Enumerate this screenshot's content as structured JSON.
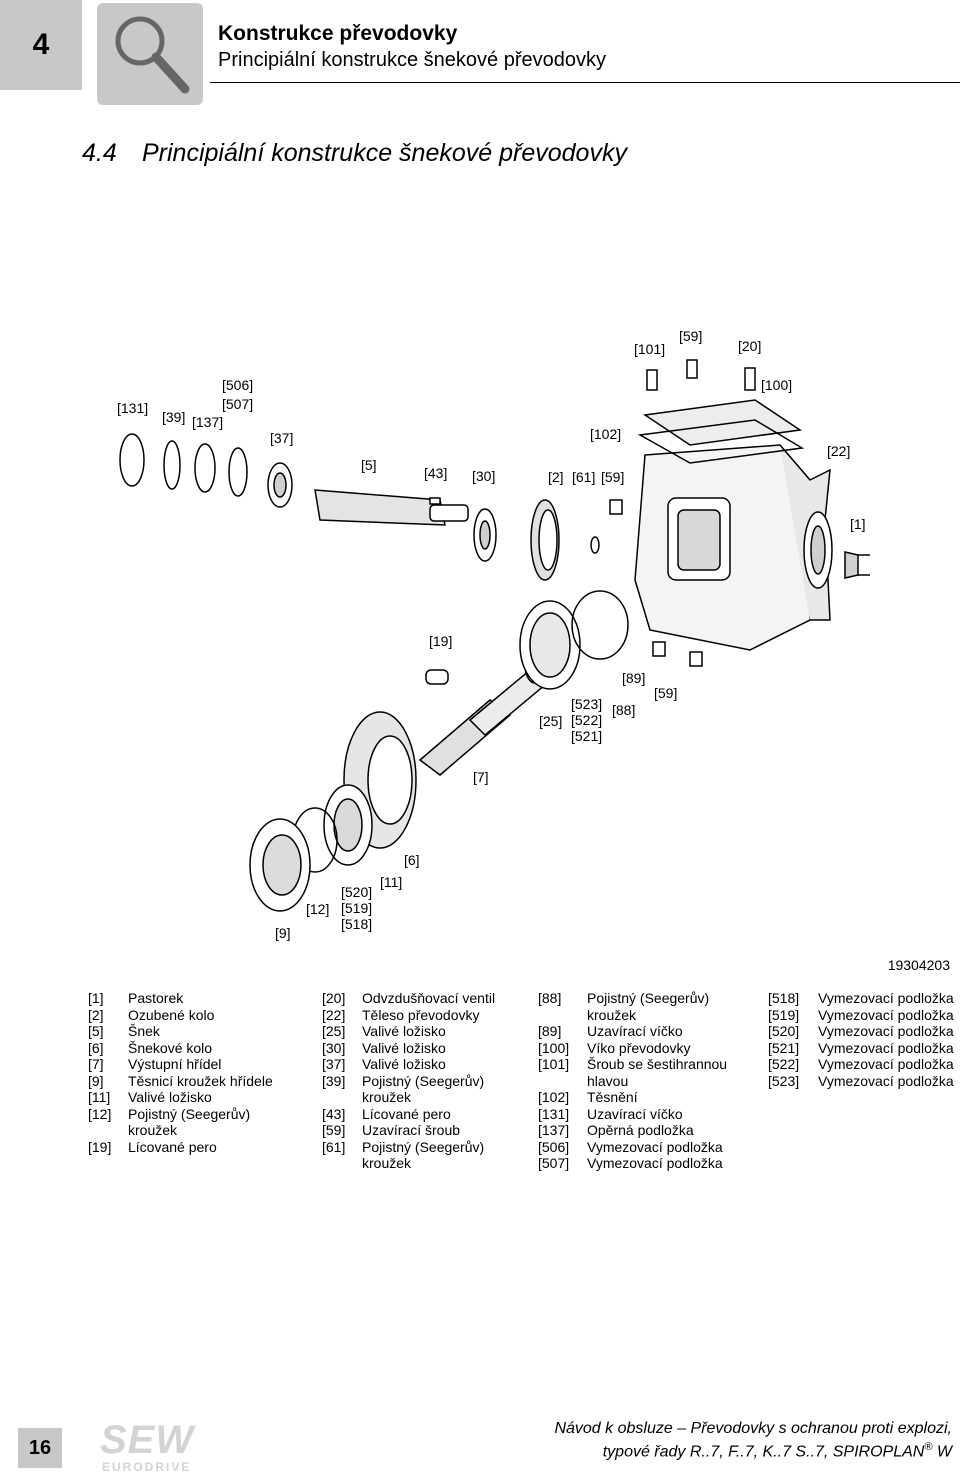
{
  "header": {
    "chapter_number": "4",
    "title": "Konstrukce převodovky",
    "subtitle": "Principiální konstrukce šnekové převodovky"
  },
  "section": {
    "number": "4.4",
    "title": "Principiální konstrukce šnekové převodovky"
  },
  "drawing": {
    "callouts": [
      "[59]",
      "[101]",
      "[20]",
      "[100]",
      "[506]",
      "[507]",
      "[131]",
      "[39]",
      "[137]",
      "[37]",
      "[102]",
      "[22]",
      "[5]",
      "[43]",
      "[30]",
      "[2]",
      "[61]",
      "[59]",
      "[1]",
      "[19]",
      "[89]",
      "[59]",
      "[523]",
      "[88]",
      "[25]",
      "[522]",
      "[521]",
      "[7]",
      "[6]",
      "[11]",
      "[520]",
      "[12]",
      "[519]",
      "[518]",
      "[9]"
    ],
    "id": "19304203"
  },
  "legend": {
    "columns": [
      [
        {
          "key": "[1]",
          "value": "Pastorek"
        },
        {
          "key": "[2]",
          "value": "Ozubené kolo"
        },
        {
          "key": "[5]",
          "value": "Šnek"
        },
        {
          "key": "[6]",
          "value": "Šnekové kolo"
        },
        {
          "key": "[7]",
          "value": "Výstupní hřídel"
        },
        {
          "key": "[9]",
          "value": "Těsnicí kroužek hřídele"
        },
        {
          "key": "[11]",
          "value": "Valivé ložisko"
        },
        {
          "key": "[12]",
          "value": "Pojistný (Seegerův) kroužek"
        },
        {
          "key": "[19]",
          "value": "Lícované pero"
        }
      ],
      [
        {
          "key": "[20]",
          "value": "Odvzdušňovací ventil"
        },
        {
          "key": "[22]",
          "value": "Těleso převodovky"
        },
        {
          "key": "[25]",
          "value": "Valivé ložisko"
        },
        {
          "key": "[30]",
          "value": "Valivé ložisko"
        },
        {
          "key": "[37]",
          "value": "Valivé ložisko"
        },
        {
          "key": "[39]",
          "value": "Pojistný (Seegerův) kroužek"
        },
        {
          "key": "[43]",
          "value": "Lícované pero"
        },
        {
          "key": "[59]",
          "value": "Uzavírací šroub"
        },
        {
          "key": "[61]",
          "value": "Pojistný (Seegerův) kroužek"
        }
      ],
      [
        {
          "key": "[88]",
          "value": "Pojistný (Seegerův) kroužek"
        },
        {
          "key": "[89]",
          "value": "Uzavírací víčko"
        },
        {
          "key": "[100]",
          "value": "Víko převodovky"
        },
        {
          "key": "[101]",
          "value": "Šroub se šestihrannou hlavou"
        },
        {
          "key": "[102]",
          "value": "Těsnění"
        },
        {
          "key": "[131]",
          "value": "Uzavírací víčko"
        },
        {
          "key": "[137]",
          "value": "Opěrná podložka"
        },
        {
          "key": "[506]",
          "value": "Vymezovací podložka"
        },
        {
          "key": "[507]",
          "value": "Vymezovací podložka"
        }
      ],
      [
        {
          "key": "[518]",
          "value": "Vymezovací podložka"
        },
        {
          "key": "[519]",
          "value": "Vymezovací podložka"
        },
        {
          "key": "[520]",
          "value": "Vymezovací podložka"
        },
        {
          "key": "[521]",
          "value": "Vymezovací podložka"
        },
        {
          "key": "[522]",
          "value": "Vymezovací podložka"
        },
        {
          "key": "[523]",
          "value": "Vymezovací podložka"
        }
      ]
    ]
  },
  "footer": {
    "page_number": "16",
    "logo_text": "SEW",
    "logo_subtext": "EURODRIVE",
    "line1": "Návod k obsluze – Převodovky s ochranou proti explozi,",
    "line2_prefix": "typové řady R..7, F..7, K..7 S..7, SPIROPLAN",
    "line2_reg": "®",
    "line2_suffix": " W"
  }
}
